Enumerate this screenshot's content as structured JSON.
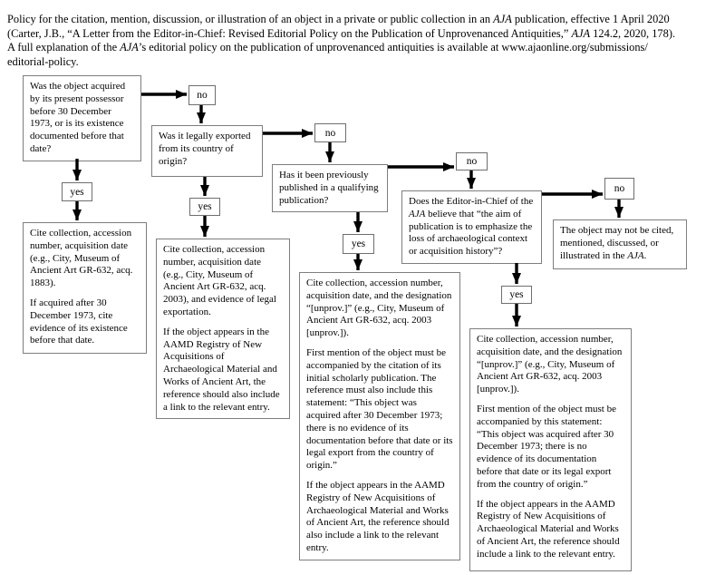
{
  "colors": {
    "background": "#ffffff",
    "text": "#000000",
    "box_border": "#7e7e7e",
    "arrow": "#000000"
  },
  "header": {
    "paras": [
      [
        {
          "t": "Policy for the citation, mention, discussion, or illustration of an object in a private or public collection in an "
        },
        {
          "t": "AJA",
          "i": true
        },
        {
          "t": " publication, effective 1 April 2020"
        },
        {
          "br": true
        },
        {
          "t": "(Carter, J.B., “A Letter from the Editor-in-Chief: Revised Editorial Policy on the Publication of Unprovenanced Antiquities,” "
        },
        {
          "t": "AJA",
          "i": true
        },
        {
          "t": " 124.2, 2020, 178)."
        },
        {
          "br": true
        },
        {
          "t": "A full explanation of the "
        },
        {
          "t": "AJA",
          "i": true
        },
        {
          "t": "’s editorial policy on the publication of unprovenanced antiquities is available at www.ajaonline.org/submissions/"
        },
        {
          "br": true
        },
        {
          "t": "editorial-policy."
        }
      ]
    ]
  },
  "nodes": {
    "q1": {
      "paras": [
        [
          {
            "t": "Was the object acquired by its present possessor before 30 December 1973, or is its existence documented before that date?"
          }
        ]
      ]
    },
    "q2": {
      "paras": [
        [
          {
            "t": "Was it legally exported from its country of origin?"
          }
        ]
      ]
    },
    "q3": {
      "paras": [
        [
          {
            "t": "Has it been previously published in a qualifying publication?"
          }
        ]
      ]
    },
    "q4": {
      "paras": [
        [
          {
            "t": "Does the Editor-in-Chief of the "
          },
          {
            "t": "AJA",
            "i": true
          },
          {
            "t": " believe that “the aim of publication is to emphasize the loss of archaeological context or acquisition history”?"
          }
        ]
      ]
    },
    "final": {
      "paras": [
        [
          {
            "t": "The object may not be cited, mentioned, discussed, or illustrated in the "
          },
          {
            "t": "AJA",
            "i": true
          },
          {
            "t": "."
          }
        ]
      ]
    },
    "out1": {
      "paras": [
        [
          {
            "t": "Cite collection, accession number, acquisition date (e.g., City, Museum of Ancient Art GR-632, acq. 1883)."
          }
        ],
        [
          {
            "t": "If acquired after 30 December 1973, cite evidence of its existence before that date."
          }
        ]
      ]
    },
    "out2": {
      "paras": [
        [
          {
            "t": "Cite collection, accession number, acquisition date (e.g., City, Museum of Ancient Art GR-632, acq. 2003), and evidence of legal exportation."
          }
        ],
        [
          {
            "t": "If the object appears in the AAMD Registry of New Acquisitions of Archaeological Material and Works of Ancient Art, the reference should also include a link to the relevant entry."
          }
        ]
      ]
    },
    "out3": {
      "paras": [
        [
          {
            "t": "Cite collection, accession number, acquisition date, and the designation “[unprov.]” (e.g., City, Museum of Ancient Art GR-632, acq. 2003 [unprov.])."
          }
        ],
        [
          {
            "t": "First mention of the object must be accompanied by the citation of its initial scholarly publication. The reference must also include this statement: “This object was acquired after 30 December 1973; there is no evidence of its documentation before that date or its legal export from the country of origin.”"
          }
        ],
        [
          {
            "t": "If the object appears in the AAMD Registry of New Acquisitions of Archaeological Material and Works of Ancient Art, the reference should also include a link to the relevant entry."
          }
        ]
      ]
    },
    "out4": {
      "paras": [
        [
          {
            "t": "Cite collection, accession number, acquisition date, and the designation “[unprov.]” (e.g., City, Museum of Ancient Art GR-632, acq. 2003 [unprov.])."
          }
        ],
        [
          {
            "t": "First mention of the object must be accompanied by this statement: “This object was acquired after 30 December 1973; there is no evidence of its documentation before that date or its legal export from the country of origin.”"
          }
        ],
        [
          {
            "t": "If the object appears in the AAMD Registry of New Acquisitions of Archaeological Material and Works of Ancient Art, the reference should include a link to the relevant entry."
          }
        ]
      ]
    },
    "no1": {
      "label": "no"
    },
    "no2": {
      "label": "no"
    },
    "no3": {
      "label": "no"
    },
    "no4": {
      "label": "no"
    },
    "yes1": {
      "label": "yes"
    },
    "yes2": {
      "label": "yes"
    },
    "yes3": {
      "label": "yes"
    },
    "yes4": {
      "label": "yes"
    }
  }
}
